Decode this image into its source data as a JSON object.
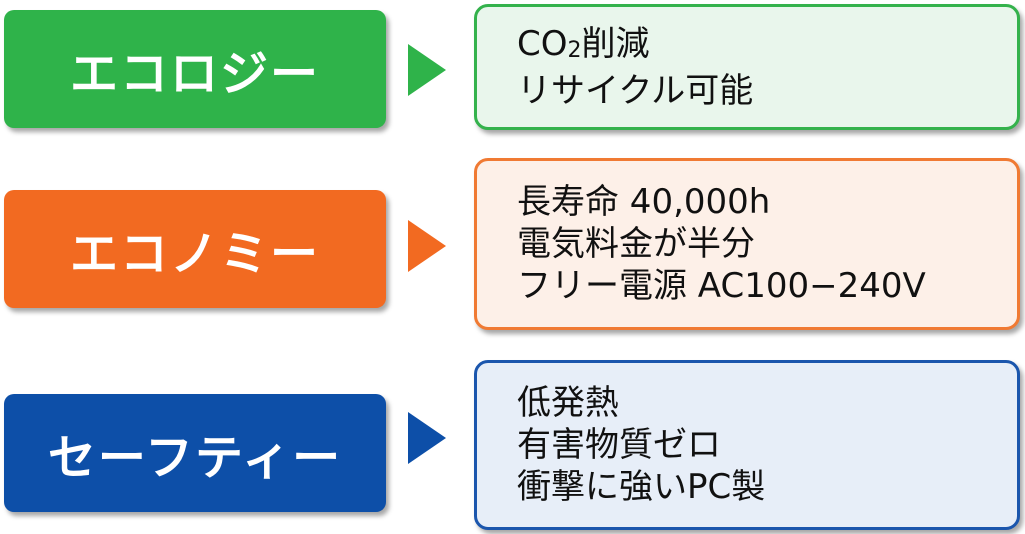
{
  "rows": [
    {
      "label": "エコロジー",
      "color": "#2fb34a",
      "box_bg": "#e9f6ec",
      "box_border": "#34b24c",
      "lines": [
        "CO2削減",
        "リサイクル可能"
      ]
    },
    {
      "label": "エコノミー",
      "color": "#f26a21",
      "box_bg": "#fdf0e8",
      "box_border": "#f07a33",
      "lines": [
        "長寿命 40,000h",
        "電気料金が半分",
        "フリー電源 AC100−240V"
      ]
    },
    {
      "label": "セーフティー",
      "color": "#0d4fa8",
      "box_bg": "#e7eef8",
      "box_border": "#1b56ad",
      "lines": [
        "低発熱",
        "有害物質ゼロ",
        "衝撃に強いPC製"
      ]
    }
  ]
}
